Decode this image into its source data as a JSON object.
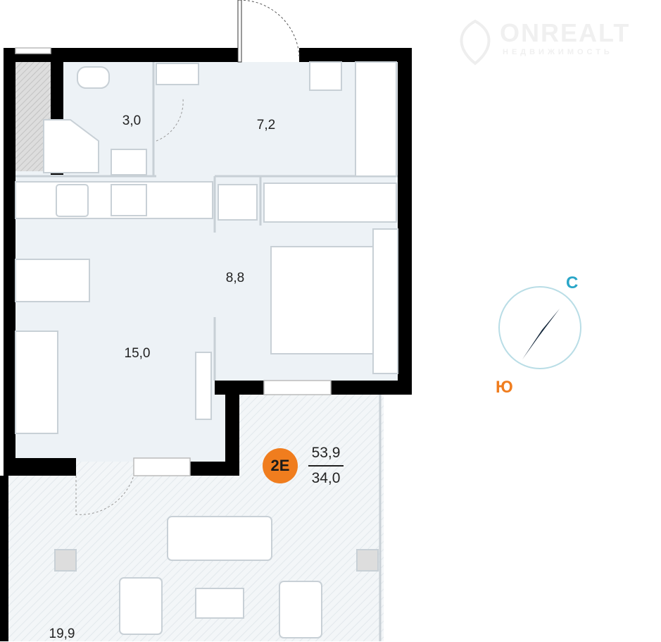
{
  "watermark": {
    "brand": "ONREALT",
    "subtitle": "НЕДВИЖИМОСТЬ"
  },
  "rooms": [
    {
      "name": "bathroom",
      "area": "3,0"
    },
    {
      "name": "hallway",
      "area": "7,2"
    },
    {
      "name": "bedroom",
      "area": "8,8"
    },
    {
      "name": "living-kitchen",
      "area": "15,0"
    },
    {
      "name": "terrace",
      "area": "19,9"
    }
  ],
  "apartment": {
    "type": "2E",
    "total_area": "53,9",
    "living_area": "34,0"
  },
  "compass": {
    "north": "С",
    "south": "Ю"
  },
  "colors": {
    "wall": "#000000",
    "floor": "#edf2f6",
    "accent": "#f07d1e",
    "north": "#2aa6c8"
  }
}
